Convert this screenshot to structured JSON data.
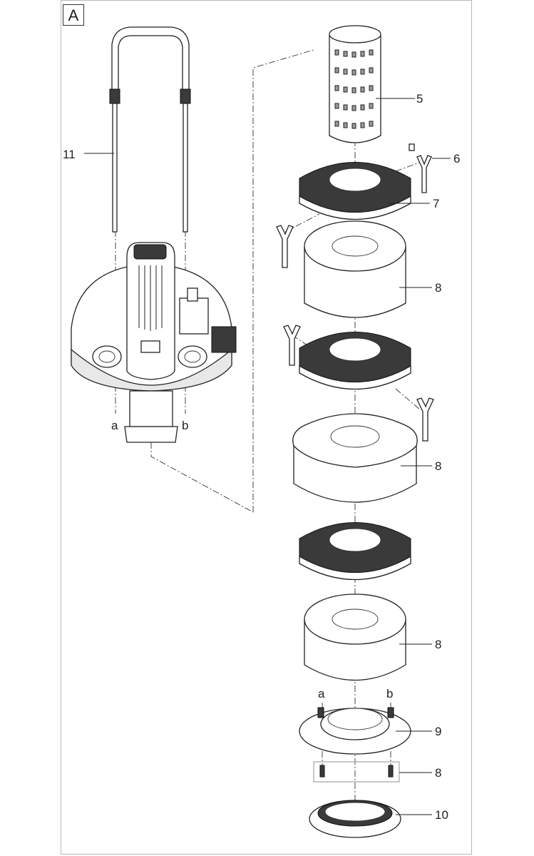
{
  "figure": {
    "label": "A"
  },
  "callouts": {
    "c5": "5",
    "c6": "6",
    "c7": "7",
    "c8_top": "8",
    "c8_mid": "8",
    "c8_low": "8",
    "c9": "9",
    "c8_screws": "8",
    "c10": "10",
    "c11": "11"
  },
  "connectors": {
    "a_left": "a",
    "b_left": "b",
    "a_right": "a",
    "b_right": "b"
  },
  "colors": {
    "line": "#222222",
    "frame": "#b8b8b8",
    "dark_fill": "#3a3a3a",
    "screw_box": "#b0b0b0"
  }
}
